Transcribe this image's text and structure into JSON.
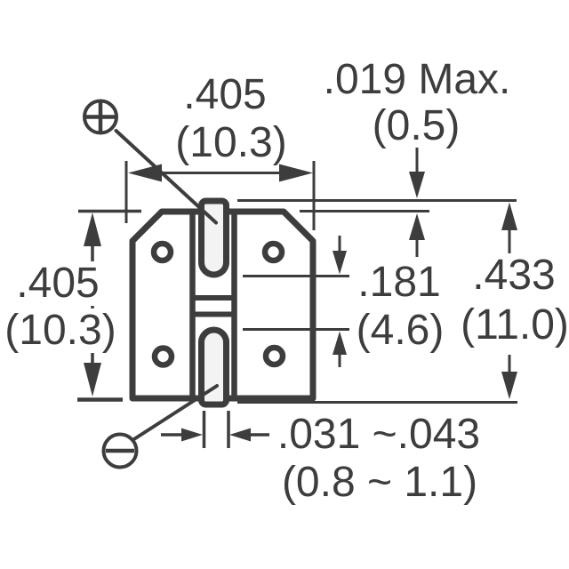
{
  "diagram": {
    "description": "SMD electrolytic capacitor bottom/side dimensional drawing",
    "colors": {
      "line": "#3d3d3d",
      "background": "#ffffff",
      "terminal_fill": "#f3f3f3"
    },
    "polarity_markers": {
      "positive": "plus-circle",
      "negative": "minus-circle"
    },
    "dimensions": {
      "top_width": {
        "inch": ".405",
        "mm": "(10.3)"
      },
      "lead_protrusion": {
        "inch": ".019 Max.",
        "mm": "(0.5)"
      },
      "left_height": {
        "inch": ".405",
        "mm": "(10.3)"
      },
      "terminal_gap": {
        "inch": ".181",
        "mm": "(4.6)"
      },
      "overall_height": {
        "inch": ".433",
        "mm": "(11.0)"
      },
      "terminal_width": {
        "inch": ".031 ~.043",
        "mm": "(0.8 ~ 1.1)"
      }
    }
  }
}
